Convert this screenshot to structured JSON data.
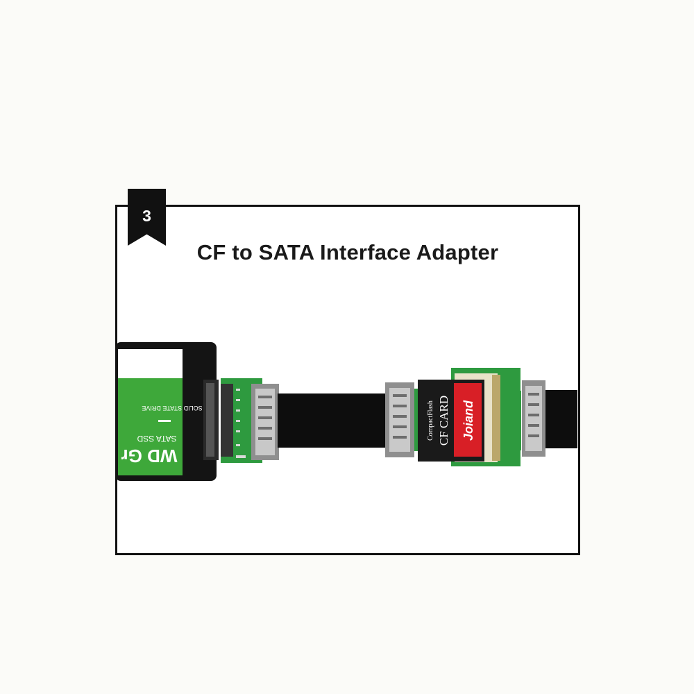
{
  "step": {
    "number": "3"
  },
  "header": {
    "title": "CF to SATA Interface Adapter"
  },
  "illustration": {
    "ssd_label": {
      "line1": "SOLID STATE DRIVE",
      "line2": "SATA SSD",
      "line3": "WD Gr"
    },
    "cf_card": {
      "brand_small": "CompactFlash",
      "line": "CF CARD",
      "brand": "Joiand"
    }
  }
}
